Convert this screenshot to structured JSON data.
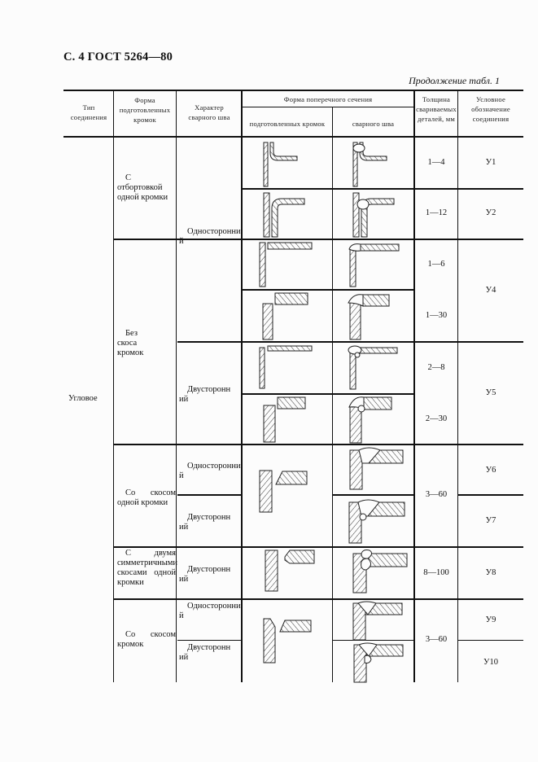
{
  "page_header": "С. 4 ГОСТ 5264—80",
  "continuation_label": "Продолжение табл. 1",
  "table": {
    "headers": {
      "joint_type": "Тип соединения",
      "edge_form": "Форма подготовленных кромок",
      "weld_character": "Характер сварного шва",
      "cross_section": "Форма поперечного сечения",
      "prepared_edges": "подготовленных кромок",
      "weld_seam": "сварного шва",
      "thickness": "Толщина свариваемых деталей, мм",
      "designation": "Условное обозначение соединения"
    },
    "joint_type_value": "Угловое",
    "edge_forms": [
      "С отбортовкой одной кромки",
      "Без скоса кромок",
      "Со скосом одной кромки",
      "С двумя симметричными скосами одной кромки",
      "Со скосом кромок"
    ],
    "weld_characters": {
      "one_sided": "Односторонний",
      "two_sided": "Двусторонний"
    },
    "rows": [
      {
        "thickness": "1—4",
        "designation": "У1"
      },
      {
        "thickness": "1—12",
        "designation": "У2"
      },
      {
        "thickness": "1—6",
        "designation": "У4"
      },
      {
        "thickness": "1—30",
        "designation": "У4"
      },
      {
        "thickness": "2—8",
        "designation": "У5"
      },
      {
        "thickness": "2—30",
        "designation": "У5"
      },
      {
        "thickness": "3—60",
        "designation": "У6"
      },
      {
        "thickness": "3—60",
        "designation": "У7"
      },
      {
        "thickness": "8—100",
        "designation": "У8"
      },
      {
        "thickness": "3—60",
        "designation": "У9"
      },
      {
        "thickness": "3—60",
        "designation": "У10"
      }
    ],
    "merged_values": {
      "t_y1": "1—4",
      "d_y1": "У1",
      "t_y2": "1—12",
      "d_y2": "У2",
      "t_y4a": "1—6",
      "t_y4b": "1—30",
      "d_y4": "У4",
      "t_y5a": "2—8",
      "t_y5b": "2—30",
      "d_y5": "У5",
      "t_y67": "3—60",
      "d_y6": "У6",
      "d_y7": "У7",
      "t_y8": "8—100",
      "d_y8": "У8",
      "t_y910": "3—60",
      "d_y9": "У9",
      "d_y10": "У10"
    }
  }
}
